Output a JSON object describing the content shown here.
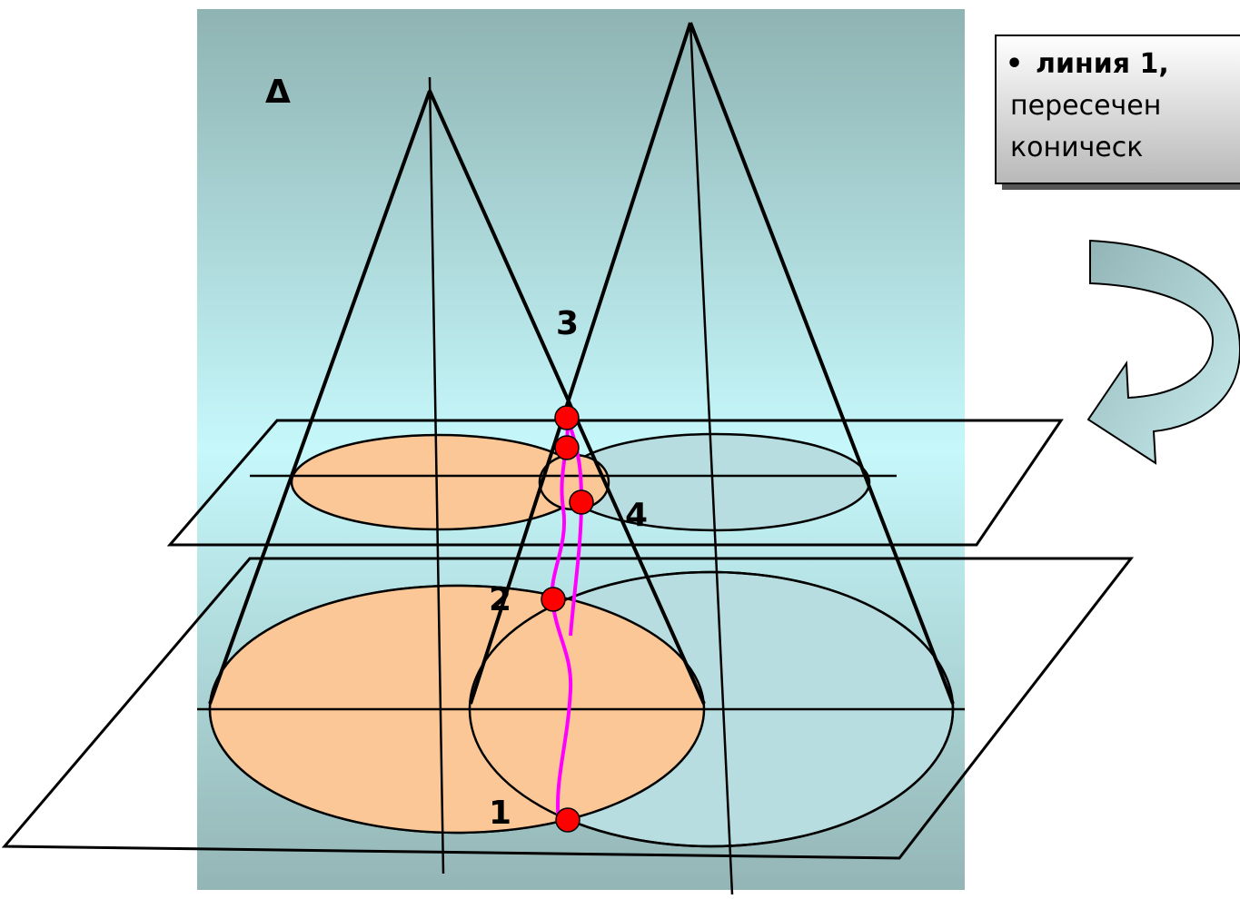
{
  "figure": {
    "panel_label": "Δ",
    "point_labels": {
      "p1": "1",
      "p2": "2",
      "p3": "3",
      "p4": "4"
    }
  },
  "callout": {
    "bullet": "•",
    "line1": "линия 1,",
    "line2": "пересечен",
    "line3": "коническ"
  },
  "colors": {
    "panel_top": "#8fb3b3",
    "panel_mid": "#c6f8fb",
    "panel_bottom": "#94b5b5",
    "left_ellipse_fill": "#fbc796",
    "right_ellipse_fill": "#b8dde0",
    "intersection_curve": "#ff00ff",
    "points": "#ff0000",
    "arrow_fill": "#a7c7c9",
    "callout_bg": "#d0d0d0"
  }
}
